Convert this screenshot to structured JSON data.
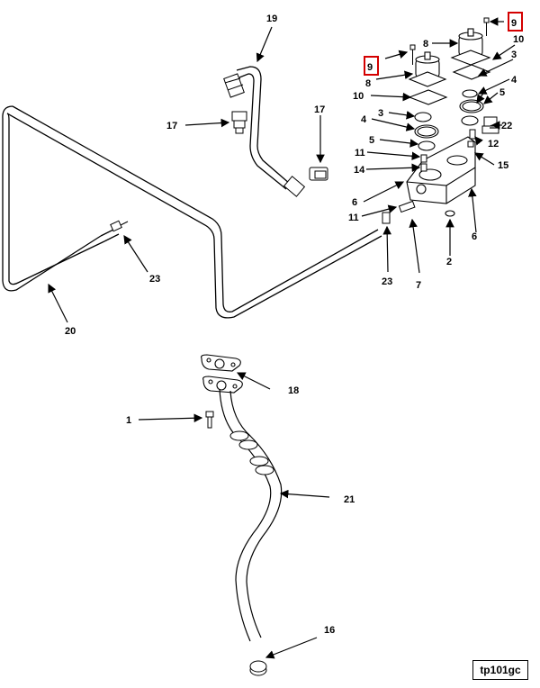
{
  "diagram": {
    "reference_code": "tp101gc",
    "callouts": {
      "c1": "1",
      "c2": "2",
      "c3a": "3",
      "c3b": "3",
      "c4a": "4",
      "c4b": "4",
      "c5a": "5",
      "c5b": "5",
      "c6a": "6",
      "c6b": "6",
      "c7": "7",
      "c8a": "8",
      "c8b": "8",
      "c9a": "9",
      "c9b": "9",
      "c10a": "10",
      "c10b": "10",
      "c11a": "11",
      "c11b": "11",
      "c12": "12",
      "c14": "14",
      "c15": "15",
      "c16": "16",
      "c17a": "17",
      "c17b": "17",
      "c18": "18",
      "c19": "19",
      "c20": "20",
      "c21": "21",
      "c22": "22",
      "c23a": "23",
      "c23b": "23"
    },
    "highlighted_callouts": [
      "9",
      "9"
    ]
  }
}
